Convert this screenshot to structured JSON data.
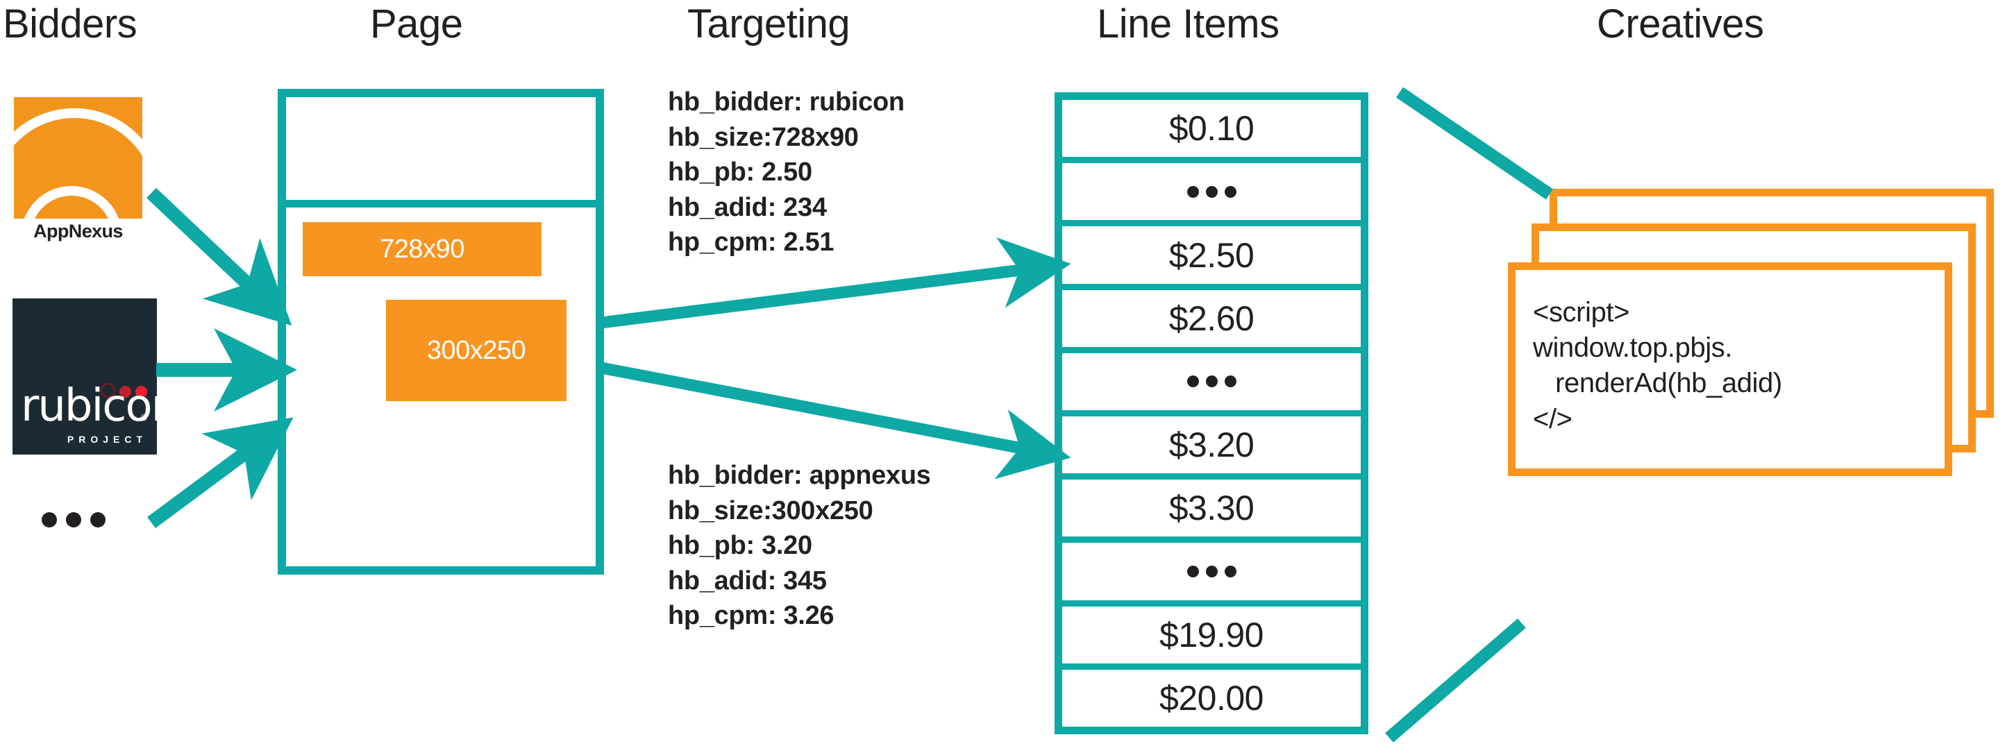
{
  "columns": [
    {
      "id": "bidders",
      "label": "Bidders"
    },
    {
      "id": "page",
      "label": "Page"
    },
    {
      "id": "targeting",
      "label": "Targeting"
    },
    {
      "id": "line_items",
      "label": "Line Items"
    },
    {
      "id": "creatives",
      "label": "Creatives"
    }
  ],
  "colors": {
    "teal": "#0ea8a5",
    "orange": "#f79520",
    "appnexus_orange": "#f3941d",
    "rubicon_dark": "#1c2b33",
    "ink": "#231f20",
    "white": "#ffffff"
  },
  "bidders": {
    "appnexus": {
      "name": "appnexus-logo",
      "wordmark": "AppNexus"
    },
    "rubicon": {
      "name": "rubicon-project-logo",
      "wordmark": "rubicon",
      "sub": "PROJECT",
      "registered": "®"
    },
    "more": "•••"
  },
  "page": {
    "ad_slots": [
      {
        "label": "728x90"
      },
      {
        "label": "300x250"
      }
    ]
  },
  "targeting": {
    "blocks": [
      {
        "id": "rubicon-targeting",
        "lines": [
          "hb_bidder: rubicon",
          "hb_size:728x90",
          "hb_pb: 2.50",
          "hb_adid: 234",
          "hp_cpm: 2.51"
        ]
      },
      {
        "id": "appnexus-targeting",
        "lines": [
          "hb_bidder: appnexus",
          "hb_size:300x250",
          "hb_pb: 3.20",
          "hb_adid: 345",
          "hp_cpm: 3.26"
        ]
      }
    ]
  },
  "line_items": {
    "rows": [
      {
        "type": "value",
        "label": "$0.10"
      },
      {
        "type": "ellipsis",
        "label": "•••"
      },
      {
        "type": "value",
        "label": "$2.50",
        "highlighted": true
      },
      {
        "type": "value",
        "label": "$2.60"
      },
      {
        "type": "ellipsis",
        "label": "•••"
      },
      {
        "type": "value",
        "label": "$3.20",
        "highlighted": true
      },
      {
        "type": "value",
        "label": "$3.30"
      },
      {
        "type": "ellipsis",
        "label": "•••"
      },
      {
        "type": "value",
        "label": "$19.90"
      },
      {
        "type": "value",
        "label": "$20.00"
      }
    ]
  },
  "creatives": {
    "stack_count": 3,
    "code": "<script>\nwindow.top.pbjs.\n   renderAd(hb_adid)\n</>"
  }
}
